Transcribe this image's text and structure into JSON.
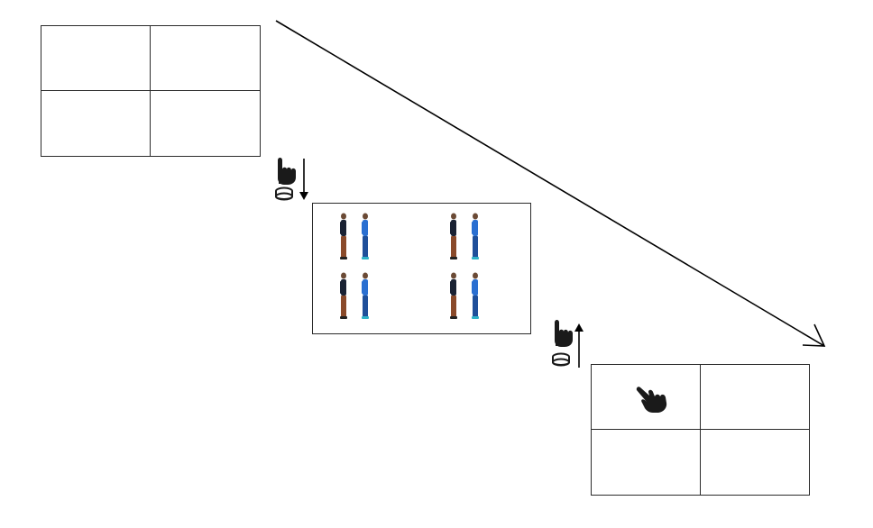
{
  "figure": {
    "panels": [
      {
        "id": "initial-blank-grid",
        "cells": 4
      },
      {
        "id": "stimulus-grid",
        "cells": 4,
        "figures_per_cell": 2,
        "figure_colors": {
          "dark_outfit": "#1a2233",
          "brown_pants": "#8a4a2a",
          "blue_outfit": "#2a6fd1",
          "blue_pants": "#1f4f9a",
          "shoe_cyan": "#2fb3c9"
        }
      },
      {
        "id": "response-grid",
        "cells": 4,
        "selected_cell": "top-left"
      }
    ],
    "icons": {
      "press": "press-button-icon",
      "press_direction": "down",
      "release": "release-button-icon",
      "release_direction": "up",
      "selection": "pointing-hand-icon"
    },
    "arrow_color": "#000000",
    "line_color": "#2b2b2b"
  }
}
